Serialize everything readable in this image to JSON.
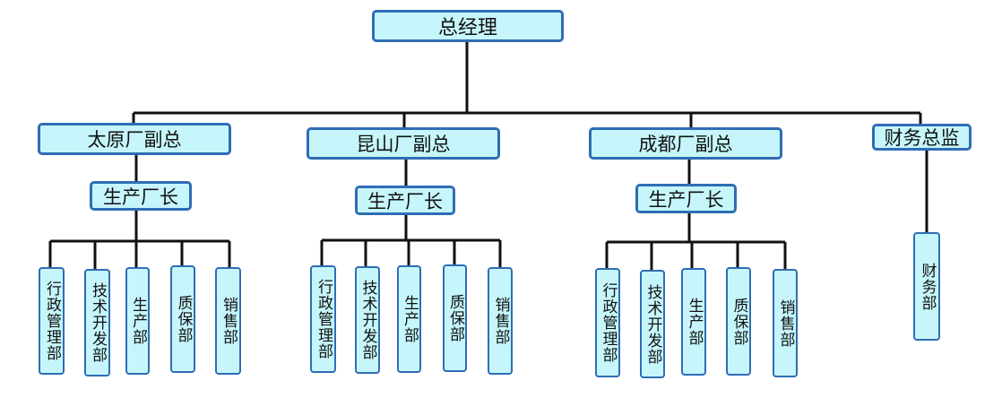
{
  "org": {
    "top": "总经理",
    "branches": [
      {
        "vp": "太原厂副总",
        "manager": "生产厂长",
        "depts": [
          "行政管理部",
          "技术开发部",
          "生产部",
          "质保部",
          "销售部"
        ]
      },
      {
        "vp": "昆山厂副总",
        "manager": "生产厂长",
        "depts": [
          "行政管理部",
          "技术开发部",
          "生产部",
          "质保部",
          "销售部"
        ]
      },
      {
        "vp": "成都厂副总",
        "manager": "生产厂长",
        "depts": [
          "行政管理部",
          "技术开发部",
          "生产部",
          "质保部",
          "销售部"
        ]
      }
    ],
    "finance": {
      "head": "财务总监",
      "dept": "财务部"
    }
  },
  "colors": {
    "box_fill": "#c6f6fb",
    "box_border": "#2f6db5",
    "connector": "#111111"
  }
}
